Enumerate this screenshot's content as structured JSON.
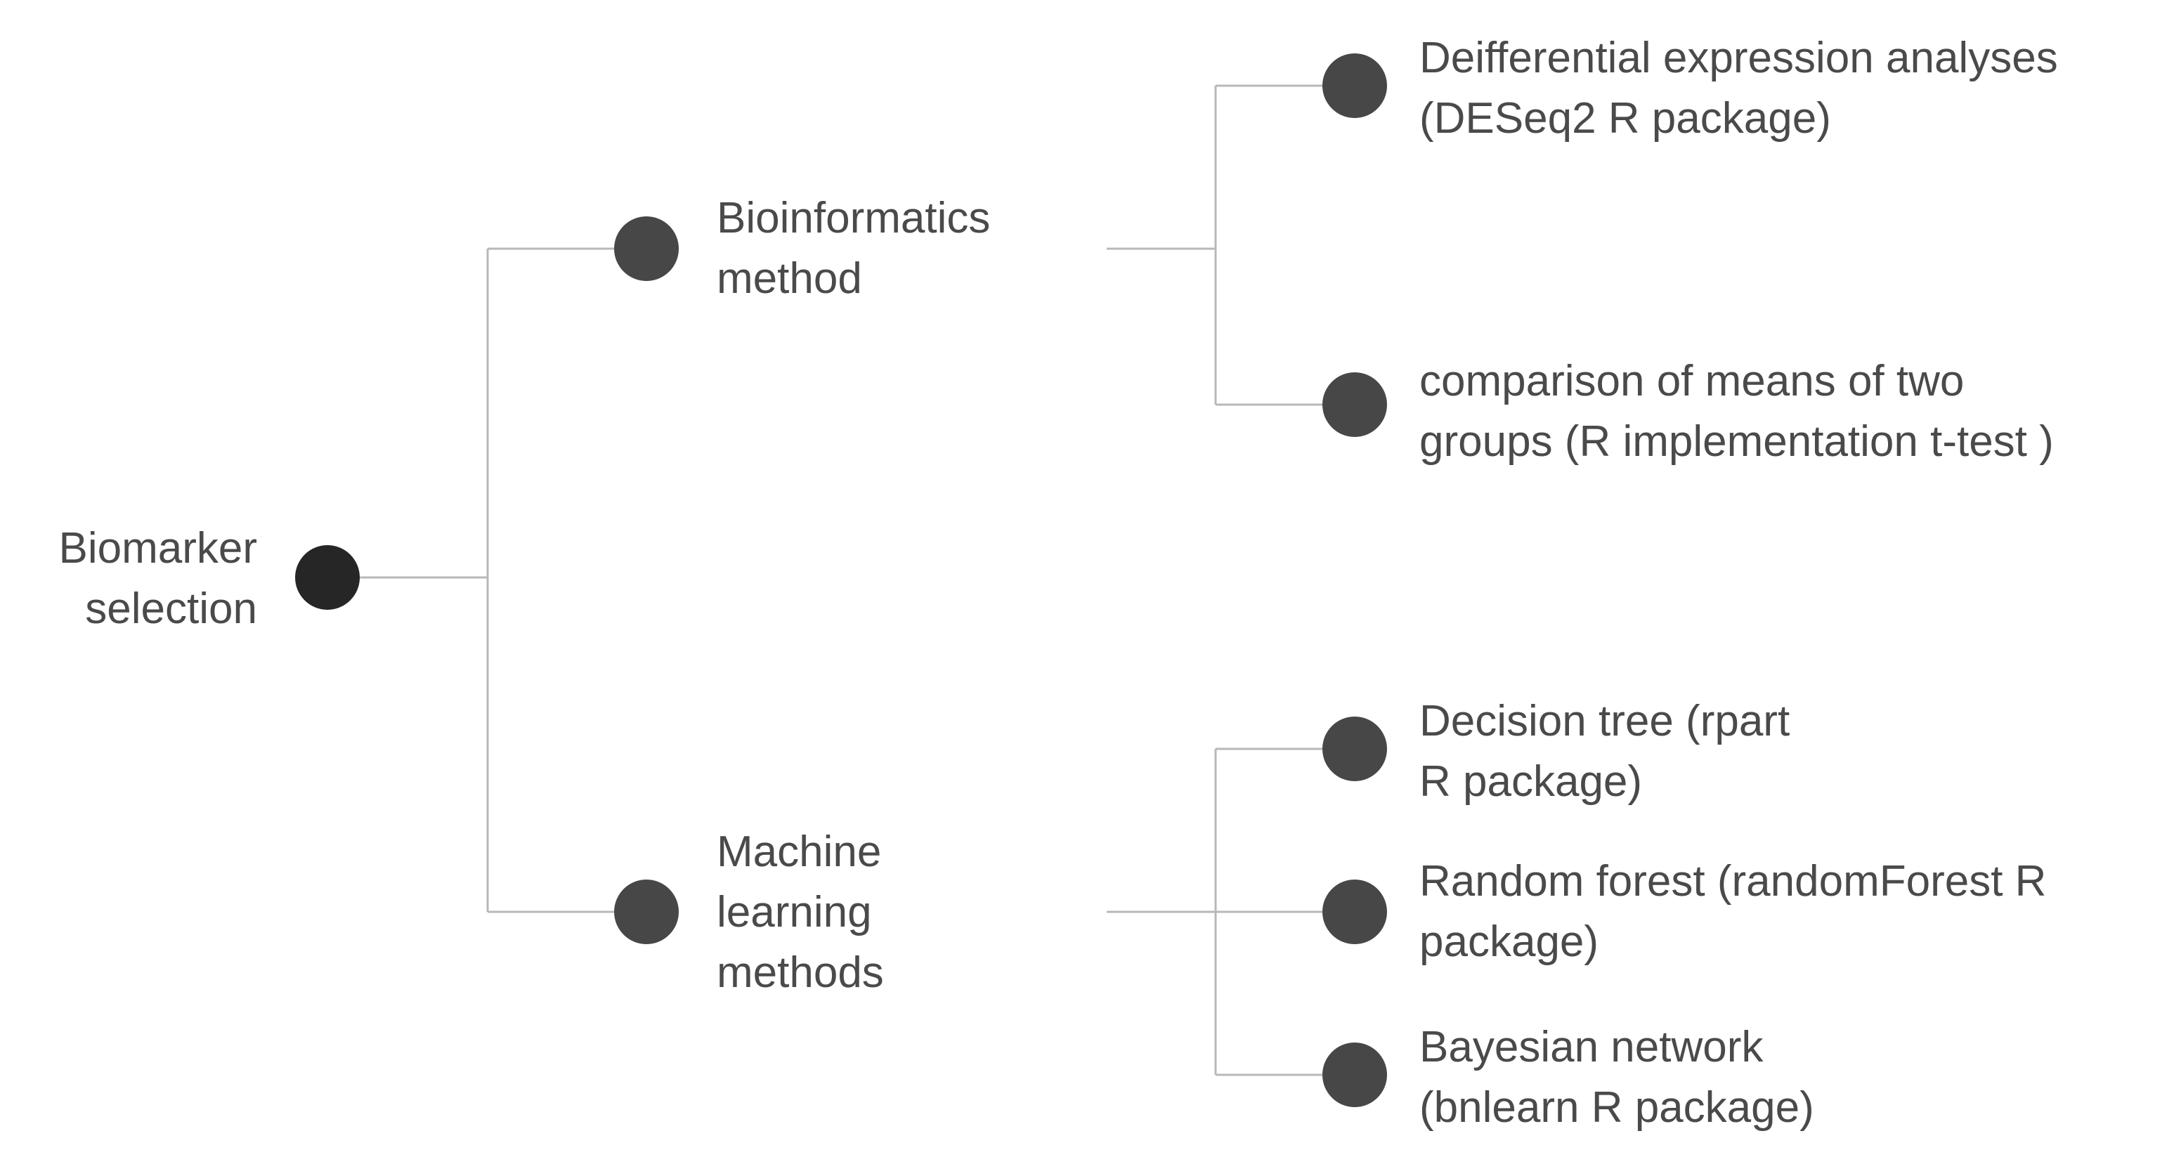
{
  "diagram": {
    "root": {
      "lines": [
        "Biomarker",
        "selection"
      ]
    },
    "branches": [
      {
        "lines": [
          "Bioinformatics",
          "method"
        ],
        "children": [
          {
            "lines": [
              "Deifferential expression analyses",
              "(DESeq2 R package)"
            ]
          },
          {
            "lines": [
              "comparison of means of two",
              "groups (R implementation t-test )"
            ]
          }
        ]
      },
      {
        "lines": [
          "Machine",
          "learning",
          "methods"
        ],
        "children": [
          {
            "lines": [
              "Decision tree (rpart",
              "R package)"
            ]
          },
          {
            "lines": [
              "Random forest (randomForest R",
              "package)"
            ]
          },
          {
            "lines": [
              "Bayesian network",
              "(bnlearn R package)"
            ]
          }
        ]
      }
    ]
  }
}
